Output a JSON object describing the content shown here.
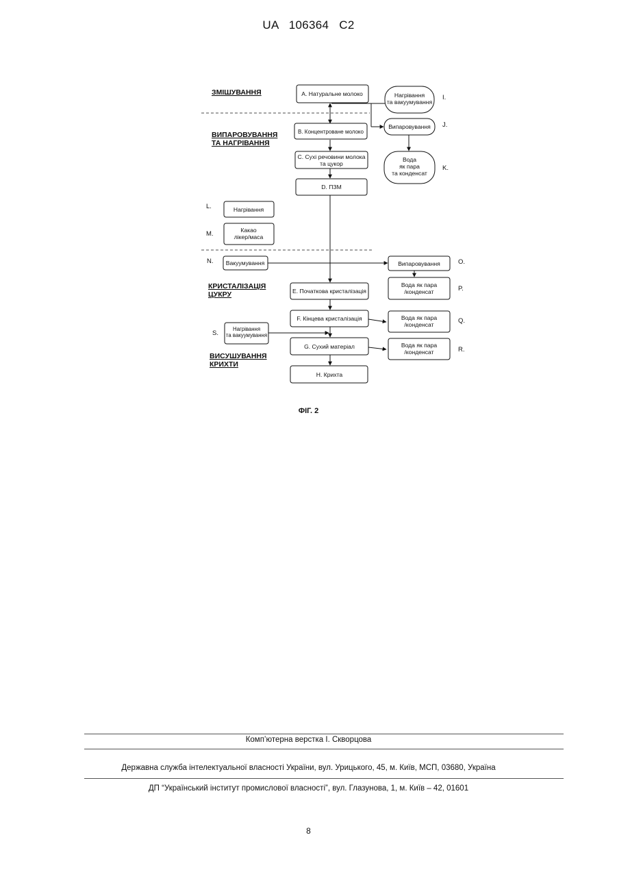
{
  "header": {
    "patent": "UA   106364   C2"
  },
  "sections": {
    "mixing": [
      "ЗМІШУВАННЯ"
    ],
    "evaporation": [
      "ВИПАРОВУВАННЯ",
      "ТА НАГРІВАННЯ"
    ],
    "crystallization": [
      "КРИСТАЛІЗАЦІЯ",
      "ЦУКРУ"
    ],
    "drying": [
      "ВИСУШУВАННЯ",
      "КРИХТИ"
    ]
  },
  "main_boxes": {
    "A": [
      "A. Натуральне молоко"
    ],
    "B": [
      "B. Концентроване молоко"
    ],
    "C": [
      "C. Сухі речовини молока",
      "та цукор"
    ],
    "D": [
      "D. ПЗМ"
    ],
    "E": [
      "E. Початкова кристалізація"
    ],
    "F": [
      "F. Кінцева кристалізація"
    ],
    "G": [
      "G. Сухий матеріал"
    ],
    "H": [
      "H. Крихта"
    ]
  },
  "side_boxes": {
    "I": [
      "Нагрівання",
      "та вакуумування"
    ],
    "J": [
      "Випаровування"
    ],
    "K": [
      "Вода",
      "як пара",
      "та конденсат"
    ],
    "L": [
      "Нагрівання"
    ],
    "M": [
      "Какао",
      "лікер/маса"
    ],
    "N": [
      "Вакуумування"
    ],
    "O": [
      "Випаровування"
    ],
    "P": [
      "Вода як пара",
      "/конденсат"
    ],
    "Q": [
      "Вода як пара",
      "/конденсат"
    ],
    "R": [
      "Вода як пара",
      "/конденсат"
    ],
    "S": [
      "Нагрівання",
      "та вакуумування"
    ]
  },
  "letters": {
    "I": "I.",
    "J": "J.",
    "K": "K.",
    "L": "L.",
    "M": "M.",
    "N": "N.",
    "O": "O.",
    "P": "P.",
    "Q": "Q.",
    "R": "R.",
    "S": "S."
  },
  "figure_caption": "ФІГ. 2",
  "footer": {
    "typeset": "Комп’ютерна верстка І. Скворцова",
    "service": "Державна служба інтелектуальної власності України, вул. Урицького, 45, м. Київ, МСП, 03680, Україна",
    "institute": "ДП “Український інститут промислової власності”, вул. Глазунова, 1, м. Київ – 42, 01601"
  },
  "page_number": "8"
}
